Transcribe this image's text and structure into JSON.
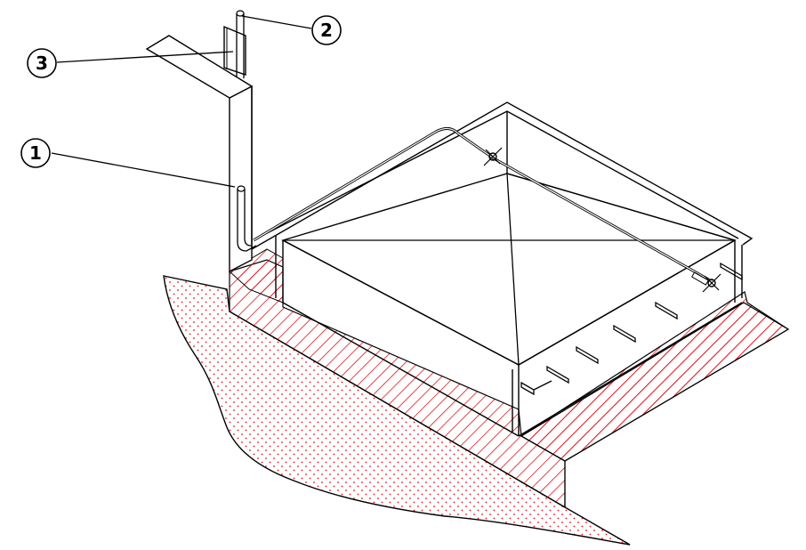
{
  "diagram": {
    "colors": {
      "line": "#000000",
      "soil_dots": "#e0141b",
      "hatch": "#e0141b",
      "background": "#ffffff"
    },
    "callouts": [
      {
        "id": "1",
        "label": "1"
      },
      {
        "id": "2",
        "label": "2"
      },
      {
        "id": "3",
        "label": "3"
      }
    ]
  }
}
